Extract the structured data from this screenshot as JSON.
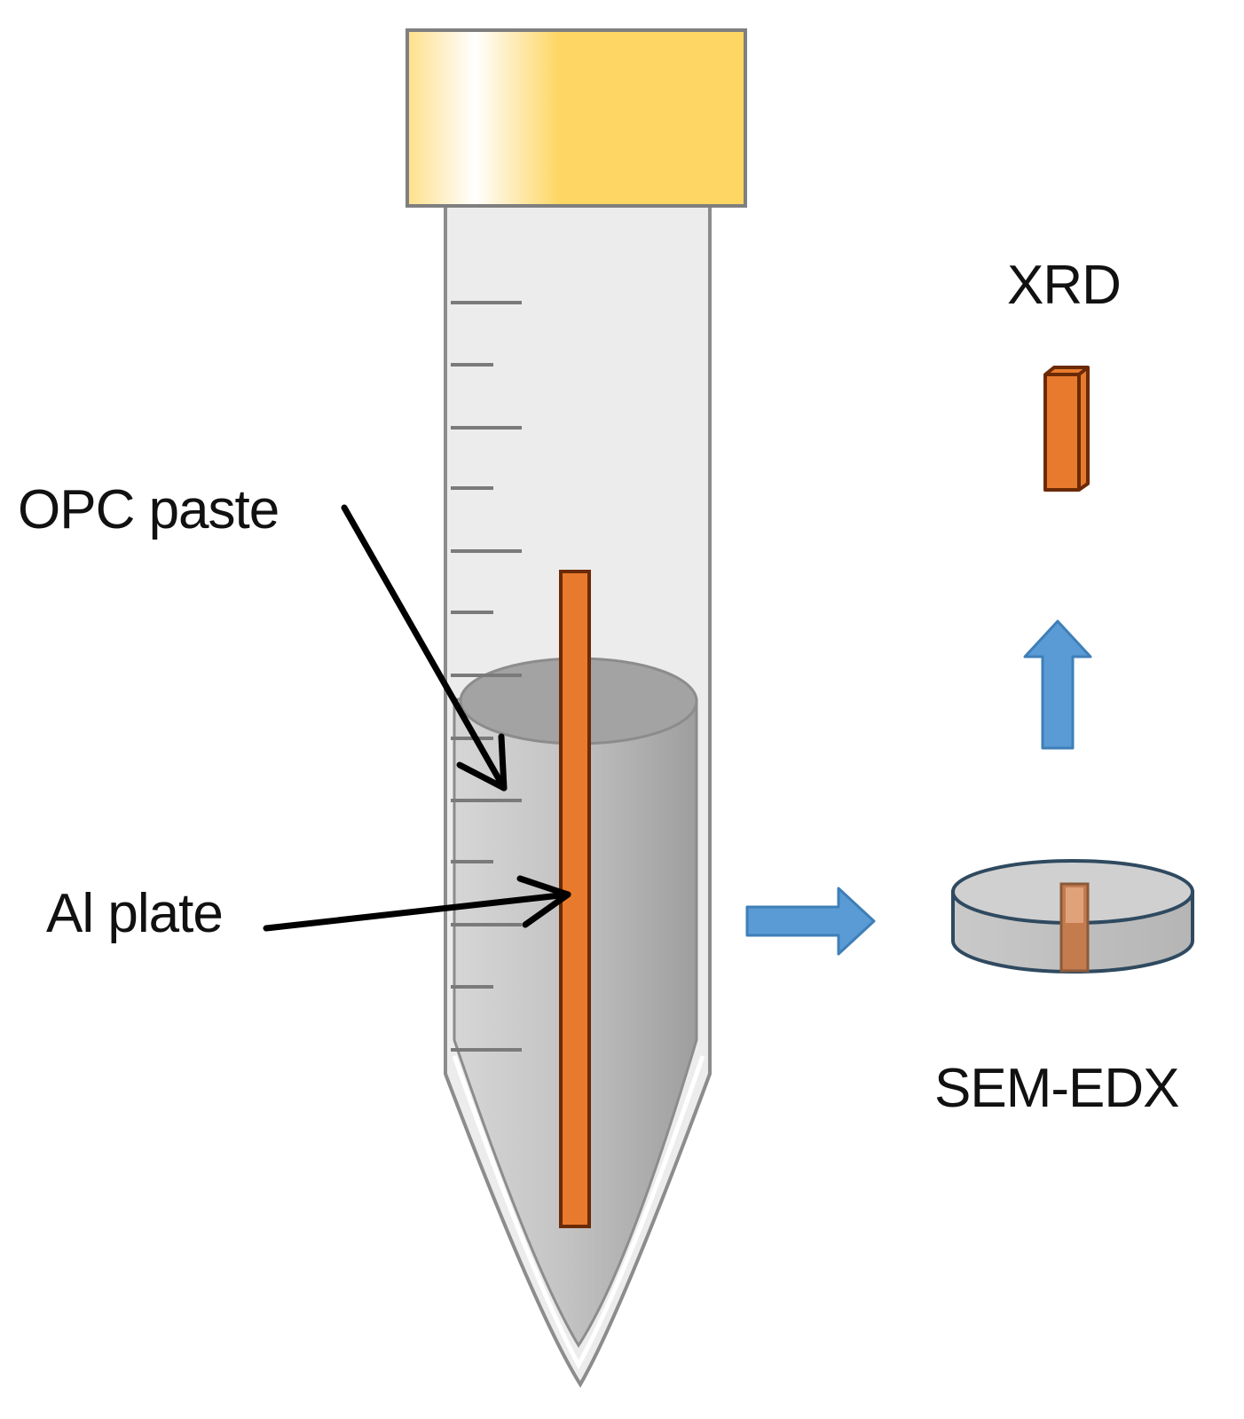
{
  "labels": {
    "opc_paste": "OPC paste",
    "al_plate": "Al plate",
    "xrd": "XRD",
    "sem_edx": "SEM-EDX"
  },
  "colors": {
    "cap_gold": "#fdd663",
    "tube_fill": "#ececec",
    "tube_outline": "#8c8c8c",
    "paste_gray": "#b3b3b3",
    "paste_top": "#a3a3a3",
    "al_plate_orange": "#e87a2e",
    "al_plate_outline": "#6b2a06",
    "flow_arrow_blue": "#5b9bd5",
    "flow_arrow_outline": "#3f7fb8",
    "disc_outline": "#2f4a60"
  }
}
